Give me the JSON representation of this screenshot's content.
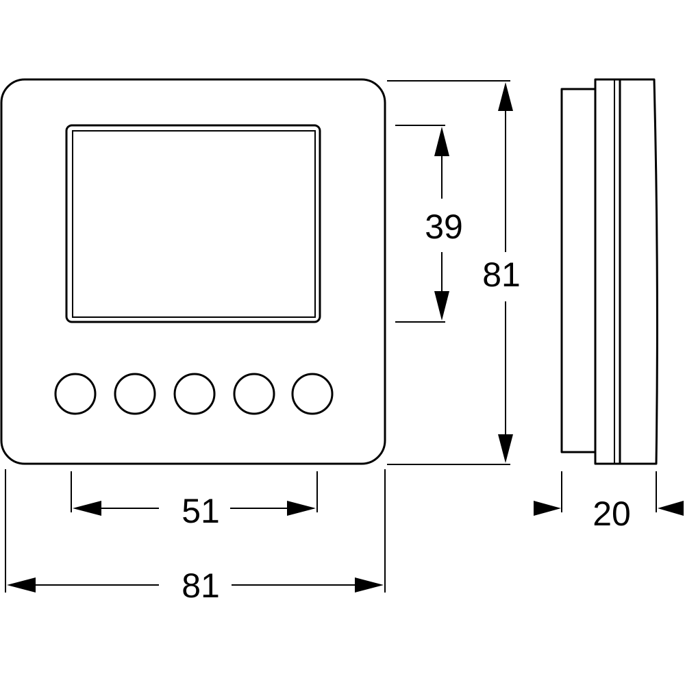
{
  "dimensions": {
    "screen_height": "39",
    "total_height": "81",
    "screen_width": "51",
    "total_width": "81",
    "depth": "20"
  },
  "front_view": {
    "button_count": 5
  }
}
